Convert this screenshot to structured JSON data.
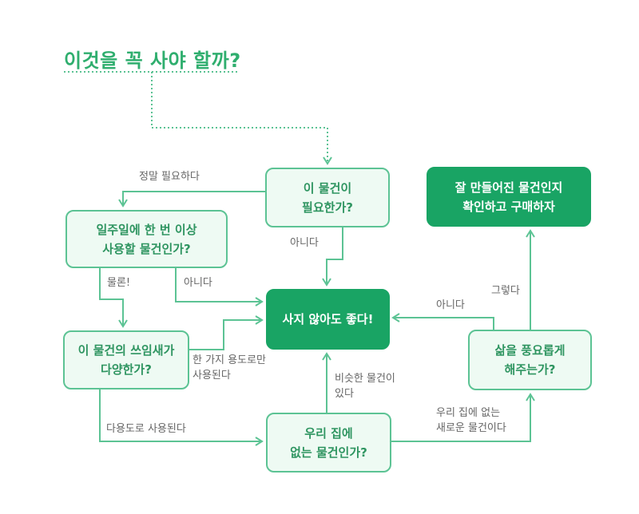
{
  "title": "이것을 꼭 사야 할까?",
  "colors": {
    "accent": "#2fae6e",
    "line": "#5cc394",
    "box_fill": "#eefaf3",
    "solid_fill": "#19a464",
    "label": "#666666"
  },
  "nodes": {
    "need": "이 물건이\n필요한가?",
    "weekly": "일주일에 한 번 이상\n사용할 물건인가?",
    "no_buy": "사지 않아도 좋다!",
    "uses": "이 물건의 쓰임새가\n다양한가?",
    "notathome": "우리 집에\n없는 물건인가?",
    "enrich": "삶을 풍요롭게\n해주는가?",
    "buy": "잘 만들어진 물건인지\n확인하고 구매하자"
  },
  "edges": {
    "really_need": "정말 필요하다",
    "no_need": "아니다",
    "weekly_yes": "물론!",
    "weekly_no": "아니다",
    "one_use": "한 가지 용도로만\n사용된다",
    "multi_use": "다용도로 사용된다",
    "similar_exists": "비슷한 물건이\n있다",
    "new_item": "우리 집에 없는\n새로운 물건이다",
    "enrich_no": "아니다",
    "enrich_yes": "그렇다"
  }
}
